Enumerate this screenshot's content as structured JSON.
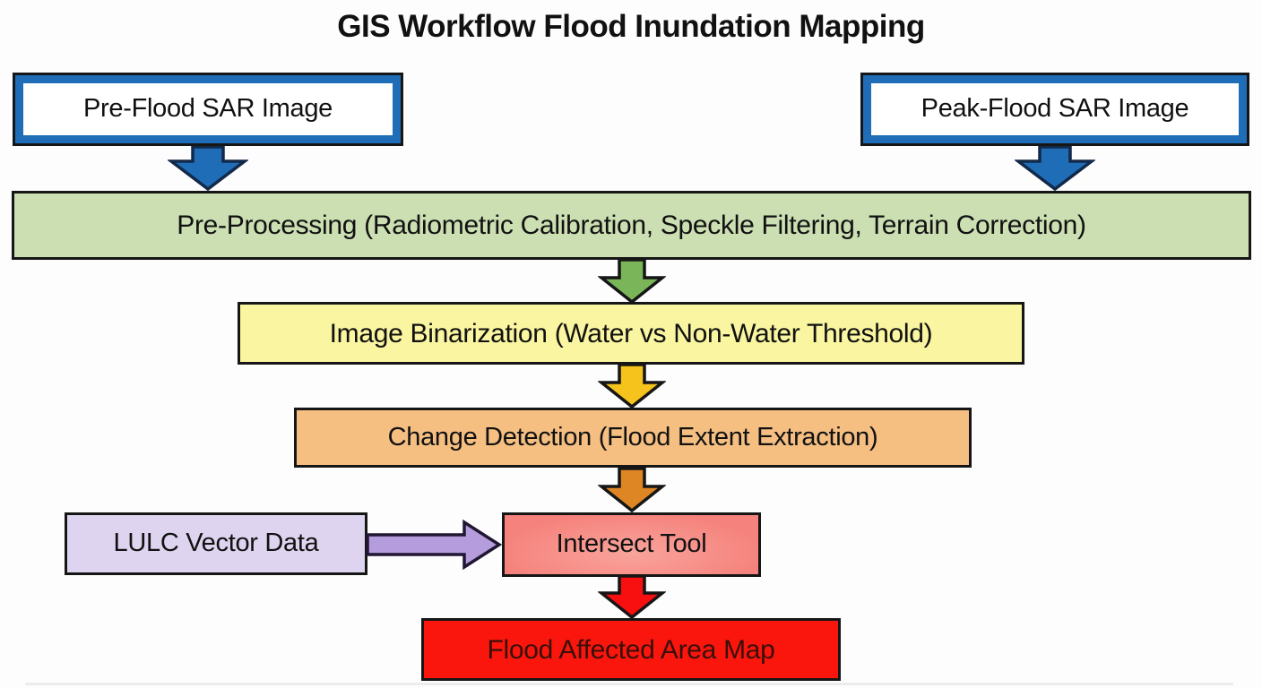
{
  "title": "GIS Workflow Flood Inundation Mapping",
  "nodes": {
    "pre_flood": {
      "label": "Pre-Flood SAR Image"
    },
    "peak_flood": {
      "label": "Peak-Flood SAR Image"
    },
    "pre_processing": {
      "label": "Pre-Processing (Radiometric Calibration, Speckle Filtering, Terrain Correction)"
    },
    "binarization": {
      "label": "Image Binarization (Water vs Non-Water Threshold)"
    },
    "change_detection": {
      "label": "Change Detection (Flood Extent Extraction)"
    },
    "lulc": {
      "label": "LULC Vector Data"
    },
    "intersect": {
      "label": "Intersect Tool"
    },
    "flood_map": {
      "label": "Flood Affected Area Map"
    }
  },
  "colors": {
    "blue": "#1e6db6",
    "blue_outline": "#13294a",
    "green_box": "#cbdfb2",
    "green_arrow": "#7ab659",
    "yellow_box": "#faf5a0",
    "yellow_arrow": "#f5c31c",
    "orange_box": "#f6bf82",
    "orange_arrow": "#de8624",
    "lavender_box": "#ded4ef",
    "purple_arrow": "#b59cdc",
    "salmon_box": "#f5827c",
    "red_arrow": "#f81010",
    "red_box": "#fa150d",
    "red_box_text": "#38100a",
    "border_ink": "#161616"
  }
}
